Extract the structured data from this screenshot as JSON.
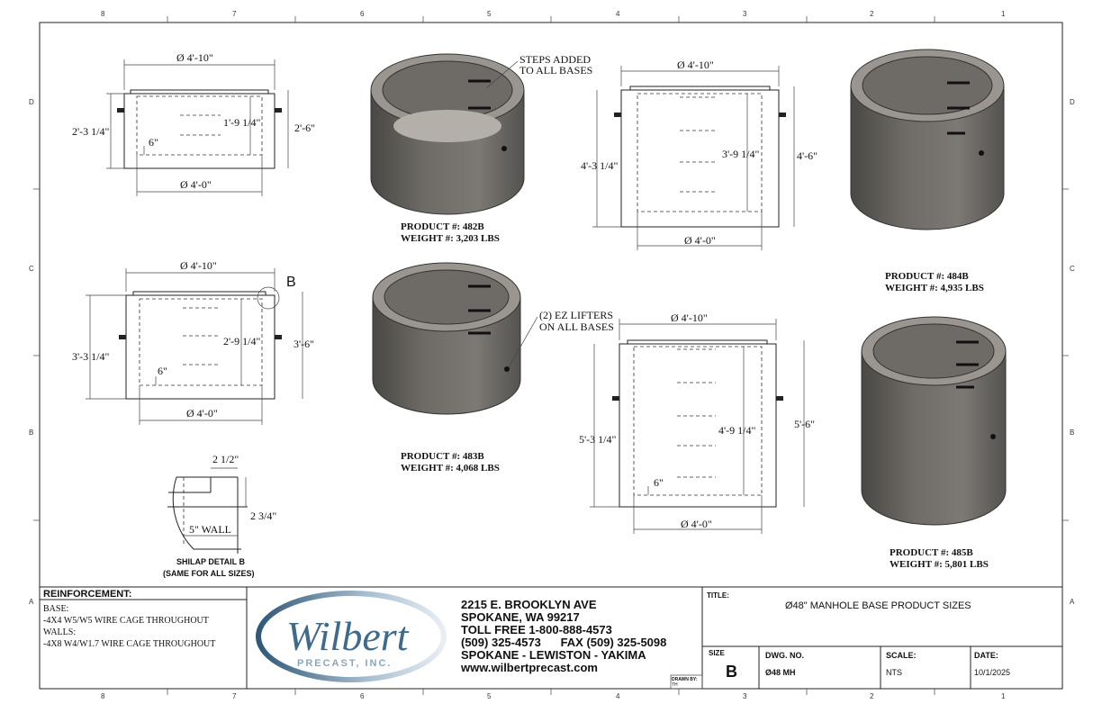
{
  "zones": {
    "columns": [
      "8",
      "7",
      "6",
      "5",
      "4",
      "3",
      "2",
      "1"
    ],
    "rows": [
      "D",
      "C",
      "B",
      "A"
    ]
  },
  "products": [
    {
      "id": "482B",
      "product": "PRODUCT #: 482B",
      "weight": "WEIGHT #: 3,203 LBS",
      "top_dia": "Ø 4'-10\"",
      "bottom_dia": "Ø 4'-0\"",
      "overall_height": "2'-3 1/4\"",
      "outer_height": "2'-6\"",
      "inner_height": "1'-9 1/4\"",
      "offset": "6\""
    },
    {
      "id": "483B",
      "product": "PRODUCT #: 483B",
      "weight": "WEIGHT #: 4,068 LBS",
      "top_dia": "Ø 4'-10\"",
      "bottom_dia": "Ø 4'-0\"",
      "overall_height": "3'-3 1/4\"",
      "outer_height": "3'-6\"",
      "inner_height": "2'-9 1/4\"",
      "offset": "6\"",
      "detail_callout": "B"
    },
    {
      "id": "484B",
      "product": "PRODUCT #: 484B",
      "weight": "WEIGHT #: 4,935 LBS",
      "top_dia": "Ø 4'-10\"",
      "bottom_dia": "Ø 4'-0\"",
      "overall_height": "4'-3 1/4\"",
      "outer_height": "4'-6\"",
      "inner_height": "3'-9 1/4\""
    },
    {
      "id": "485B",
      "product": "PRODUCT #: 485B",
      "weight": "WEIGHT #: 5,801 LBS",
      "top_dia": "Ø 4'-10\"",
      "bottom_dia": "Ø 4'-0\"",
      "overall_height": "5'-3 1/4\"",
      "outer_height": "5'-6\"",
      "inner_height": "4'-9 1/4\"",
      "offset": "6\""
    }
  ],
  "callouts": {
    "steps": [
      "STEPS ADDED",
      "TO ALL BASES"
    ],
    "lifters": [
      "(2) EZ LIFTERS",
      "ON ALL BASES"
    ]
  },
  "detail_b": {
    "width_dim": "2 1/2\"",
    "height_dim": "2 3/4\"",
    "wall": "5\" WALL",
    "title": "SHILAP DETAIL B",
    "subtitle": "(SAME FOR ALL SIZES)"
  },
  "title_block": {
    "reinforcement_header": "REINFORCEMENT:",
    "reinforcement_lines": [
      "BASE:",
      "-4X4 W5/W5 WIRE CAGE THROUGHOUT",
      "WALLS:",
      "-4X8 W4/W1.7 WIRE CAGE THROUGHOUT"
    ],
    "logo_name": "Wilbert",
    "logo_sub": "PRECAST, INC.",
    "address_lines": [
      "2215 E. BROOKLYN AVE",
      "SPOKANE, WA 99217",
      "TOLL FREE 1-800-888-4573",
      "(509) 325-4573      FAX (509) 325-5098",
      "SPOKANE - LEWISTON - YAKIMA",
      "www.wilbertprecast.com"
    ],
    "drawn_by_label": "DRAWN BY:",
    "drawn_by": "TH",
    "title_label": "TITLE:",
    "title": "Ø48\" MANHOLE BASE PRODUCT SIZES",
    "size_label": "SIZE",
    "size": "B",
    "dwg_label": "DWG. NO.",
    "dwg": "Ø48 MH",
    "scale_label": "SCALE:",
    "scale": "NTS",
    "date_label": "DATE:",
    "date": "10/1/2025"
  },
  "colors": {
    "concrete_dark": "#5c5a56",
    "concrete_light": "#8f8c86",
    "line": "#222222",
    "logo_blue": "#3e6a8c"
  }
}
